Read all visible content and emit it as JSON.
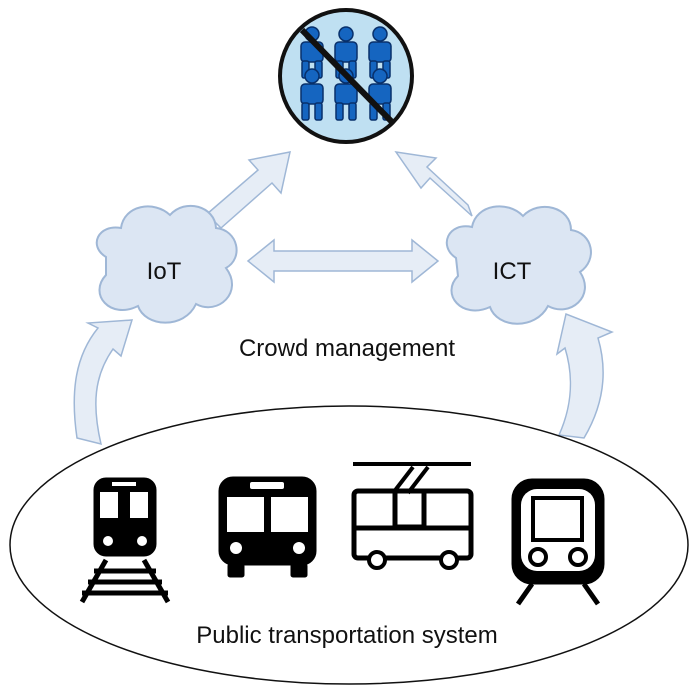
{
  "labels": {
    "iot": "IoT",
    "ict": "ICT",
    "crowd_management": "Crowd management",
    "public_transport": "Public transportation system"
  },
  "icons": {
    "crowd": "crowd-restriction-icon",
    "train": "train-on-tracks-icon",
    "bus": "bus-icon",
    "trolleybus": "trolleybus-icon",
    "metro": "metro-train-icon"
  },
  "colors": {
    "cloud_fill": "#dce6f3",
    "cloud_stroke": "#9fb7d6",
    "arrow_fill": "#e6edf6",
    "arrow_stroke": "#9fb7d6",
    "crowd_bg": "#bfe0f2",
    "people": "#1565c0",
    "icon_black": "#000000"
  }
}
